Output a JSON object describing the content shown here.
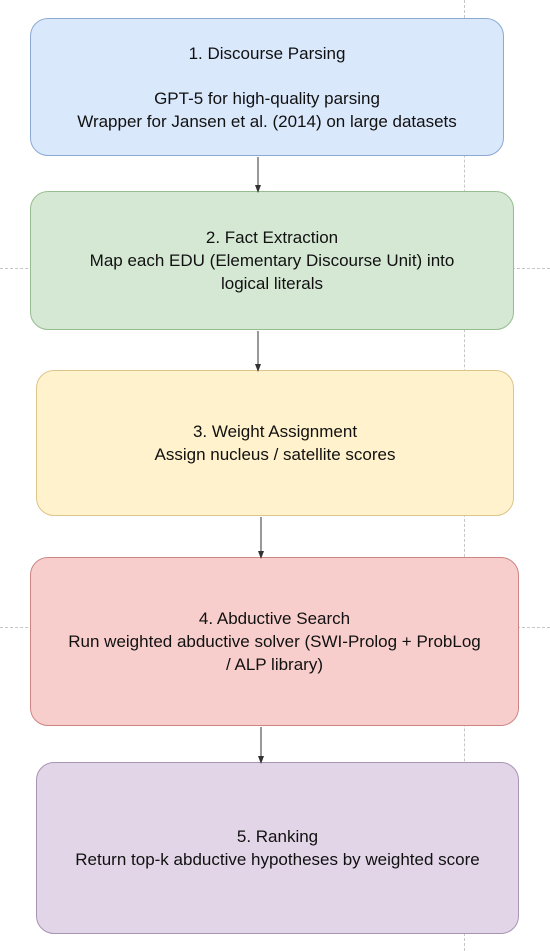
{
  "steps": [
    {
      "title": "1. Discourse Parsing",
      "lines": [
        "GPT-5 for high-quality parsing",
        "Wrapper for Jansen et al. (2014) on large datasets"
      ],
      "fill": "#dae8fc",
      "stroke": "#8ba9d3"
    },
    {
      "title": "2. Fact Extraction",
      "lines": [
        "Map each EDU (Elementary Discourse Unit) into",
        "logical literals"
      ],
      "fill": "#d5e8d4",
      "stroke": "#96bd8f"
    },
    {
      "title": "3. Weight Assignment",
      "lines": [
        "Assign nucleus / satellite scores"
      ],
      "fill": "#fff2cc",
      "stroke": "#dcc48b"
    },
    {
      "title": "4. Abductive Search",
      "lines": [
        "Run weighted abductive solver (SWI-Prolog + ProbLog",
        "/ ALP library)"
      ],
      "fill": "#f8cecc",
      "stroke": "#cc8583"
    },
    {
      "title": "5. Ranking",
      "lines": [
        "Return top-k abductive hypotheses by weighted score"
      ],
      "fill": "#e1d5e7",
      "stroke": "#a894b5"
    }
  ],
  "colors": {
    "arrow": "#333333",
    "guide": "#c6c6c6"
  }
}
